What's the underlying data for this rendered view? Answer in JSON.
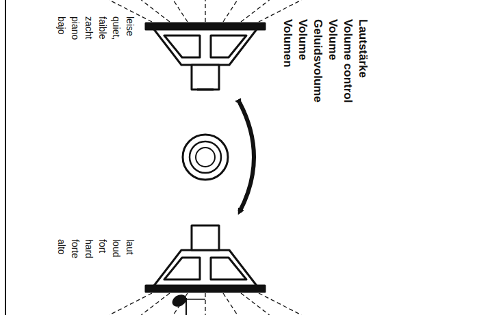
{
  "diagram": {
    "labels": [
      "Lautstärke",
      "Volume control",
      "Volume",
      "Geluidsvolume",
      "Volume",
      "Volumen",
      "leise",
      "quiet,",
      "faible",
      "zacht",
      "piano",
      "bajo",
      "laut",
      "loud",
      "fort",
      "hard",
      "forte",
      "alto"
    ]
  }
}
